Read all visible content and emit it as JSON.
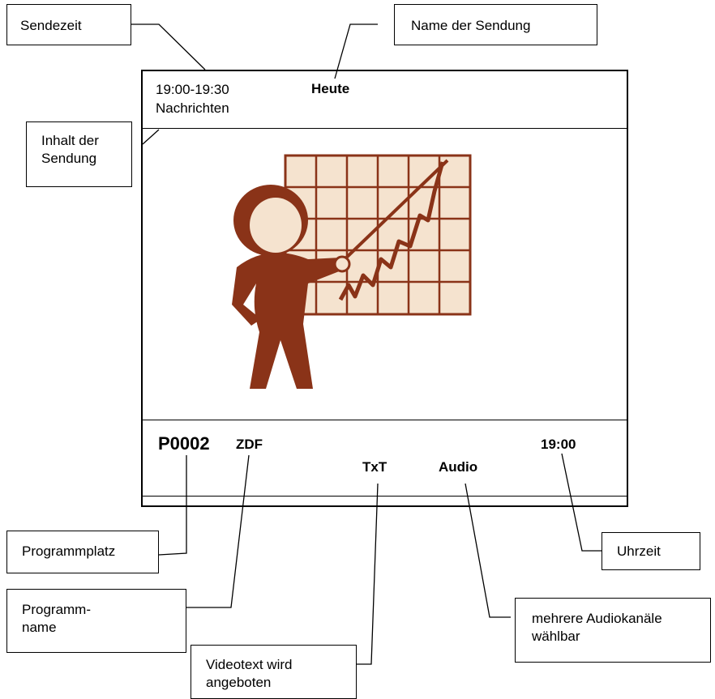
{
  "callouts": {
    "sendezeit": "Sendezeit",
    "name_der_sendung": "Name der Sendung",
    "inhalt_line1": "Inhalt der",
    "inhalt_line2": "Sendung",
    "programmplatz": "Programmplatz",
    "programmname_line1": "Programm-",
    "programmname_line2": "name",
    "videotext_line1": "Videotext wird",
    "videotext_line2": "angeboten",
    "audio_line1": "mehrere Audiokanäle",
    "audio_line2": "wählbar",
    "uhrzeit": "Uhrzeit"
  },
  "screen": {
    "time_range": "19:00-19:30",
    "content": "Nachrichten",
    "show_name": "Heute",
    "program_number": "P0002",
    "channel": "ZDF",
    "teletext": "TxT",
    "audio": "Audio",
    "clock": "19:00"
  },
  "colors": {
    "figure": "#8a3318",
    "board_fill": "#f5e3cf"
  }
}
